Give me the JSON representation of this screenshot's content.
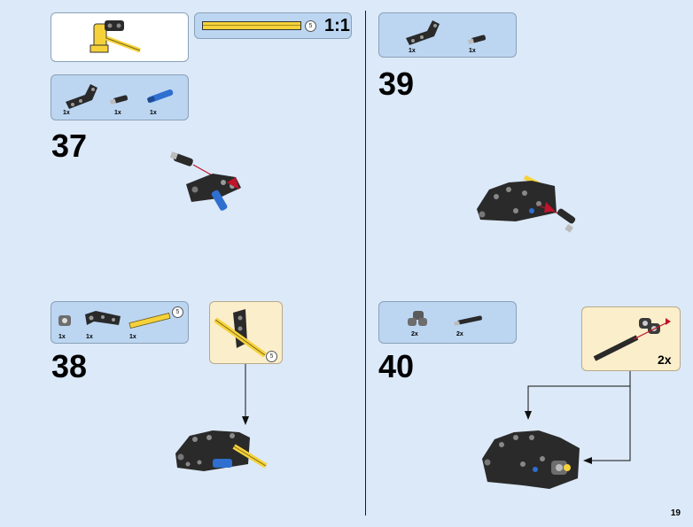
{
  "page_number": "19",
  "scale": {
    "length_label": "5",
    "ratio": "1:1"
  },
  "steps": [
    {
      "number": "37",
      "parts": [
        {
          "qty": "1x",
          "icon": "beam-bent-black"
        },
        {
          "qty": "1x",
          "icon": "pin-black"
        },
        {
          "qty": "1x",
          "icon": "axle-pin-blue"
        }
      ]
    },
    {
      "number": "38",
      "parts": [
        {
          "qty": "1x",
          "icon": "connector-gray"
        },
        {
          "qty": "1x",
          "icon": "beam-black"
        },
        {
          "qty": "1x",
          "icon": "axle-yellow",
          "length": "5"
        }
      ],
      "callout_length": "5"
    },
    {
      "number": "39",
      "parts": [
        {
          "qty": "1x",
          "icon": "beam-bent-black"
        },
        {
          "qty": "1x",
          "icon": "pin-black"
        }
      ]
    },
    {
      "number": "40",
      "parts": [
        {
          "qty": "2x",
          "icon": "connector-double-gray"
        },
        {
          "qty": "2x",
          "icon": "pin-long-black"
        }
      ],
      "callout_qty": "2x"
    }
  ],
  "colors": {
    "background": "#dce9f8",
    "parts_panel": "#bcd6f2",
    "callout": "#fbeecb",
    "axle_yellow": "#f6d23a",
    "pin_blue": "#2e6fd0"
  }
}
